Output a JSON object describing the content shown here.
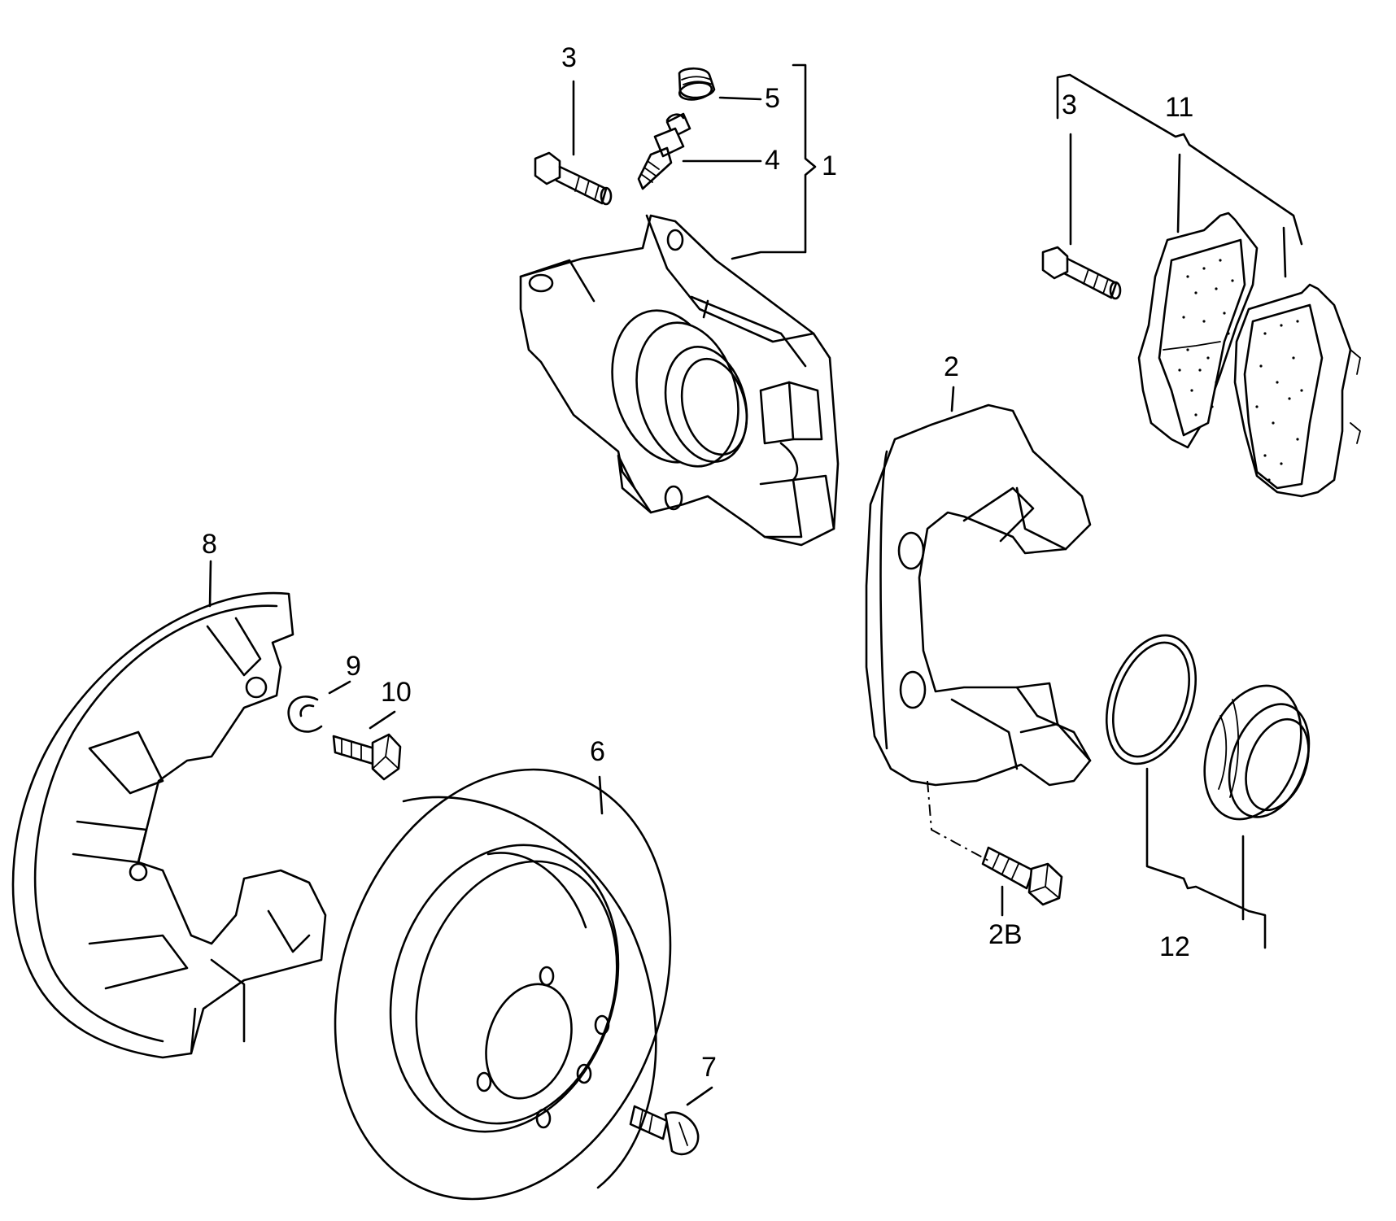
{
  "callouts": [
    {
      "id": "1",
      "text": "1"
    },
    {
      "id": "2",
      "text": "2"
    },
    {
      "id": "2b",
      "text": "2B"
    },
    {
      "id": "3a",
      "text": "3"
    },
    {
      "id": "3b",
      "text": "3"
    },
    {
      "id": "4",
      "text": "4"
    },
    {
      "id": "5",
      "text": "5"
    },
    {
      "id": "6",
      "text": "6"
    },
    {
      "id": "7",
      "text": "7"
    },
    {
      "id": "8",
      "text": "8"
    },
    {
      "id": "9",
      "text": "9"
    },
    {
      "id": "10",
      "text": "10"
    },
    {
      "id": "11",
      "text": "11"
    },
    {
      "id": "12",
      "text": "12"
    }
  ],
  "colors": {
    "ink": "#000000",
    "paper": "#ffffff"
  }
}
